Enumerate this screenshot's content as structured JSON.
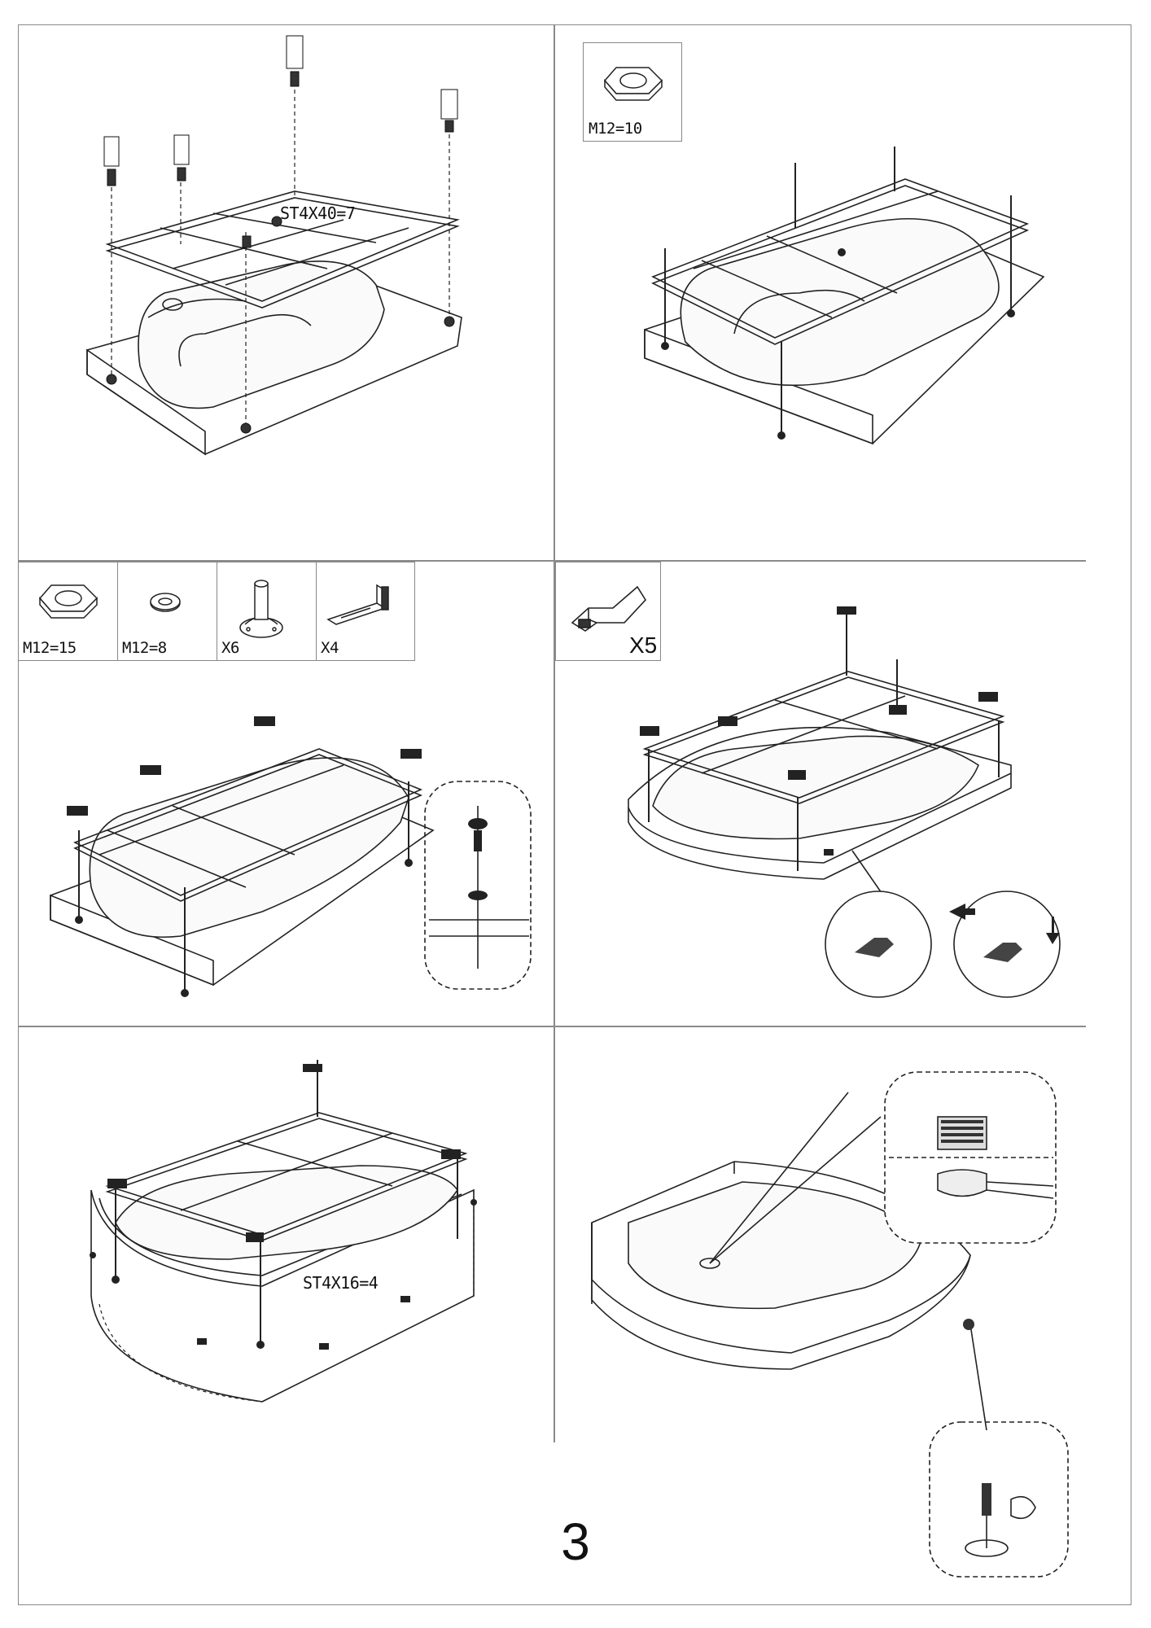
{
  "page_number": "3",
  "steps": {
    "step1": {
      "callout": "ST4X40=7"
    },
    "step2": {
      "parts": [
        {
          "icon": "hex-nut-icon",
          "label": "M12=10"
        }
      ]
    },
    "step3": {
      "parts": [
        {
          "icon": "hex-nut-icon",
          "label": "M12=15"
        },
        {
          "icon": "washer-icon",
          "label": "M12=8"
        },
        {
          "icon": "foot-base-icon",
          "label": "X6"
        },
        {
          "icon": "angle-bracket-icon",
          "label": "X4"
        }
      ]
    },
    "step4": {
      "parts": [
        {
          "icon": "panel-clip-icon",
          "label": "X5"
        }
      ]
    },
    "step5": {
      "callout": "ST4X16=4"
    },
    "step6": {
      "details": [
        "drain-waste-detail",
        "leg-adjust-detail"
      ]
    }
  }
}
